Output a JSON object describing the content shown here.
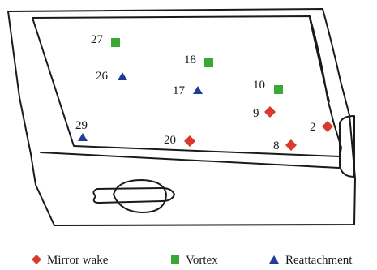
{
  "colors": {
    "mirror_wake": "#d93a2b",
    "vortex": "#3aa835",
    "reattachment": "#1f3c99",
    "outline": "#1a1a1a"
  },
  "legend": [
    {
      "label": "Mirror wake",
      "marker": "diamond",
      "color": "#d93a2b"
    },
    {
      "label": "Vortex",
      "marker": "square",
      "color": "#3aa835"
    },
    {
      "label": "Reattachment",
      "marker": "triangle",
      "color": "#1f3c99"
    }
  ],
  "points": [
    {
      "label": "27",
      "type": "vortex"
    },
    {
      "label": "18",
      "type": "vortex"
    },
    {
      "label": "10",
      "type": "vortex"
    },
    {
      "label": "26",
      "type": "reattachment"
    },
    {
      "label": "17",
      "type": "reattachment"
    },
    {
      "label": "29",
      "type": "reattachment"
    },
    {
      "label": "9",
      "type": "mirror_wake"
    },
    {
      "label": "2",
      "type": "mirror_wake"
    },
    {
      "label": "20",
      "type": "mirror_wake"
    },
    {
      "label": "8",
      "type": "mirror_wake"
    }
  ]
}
